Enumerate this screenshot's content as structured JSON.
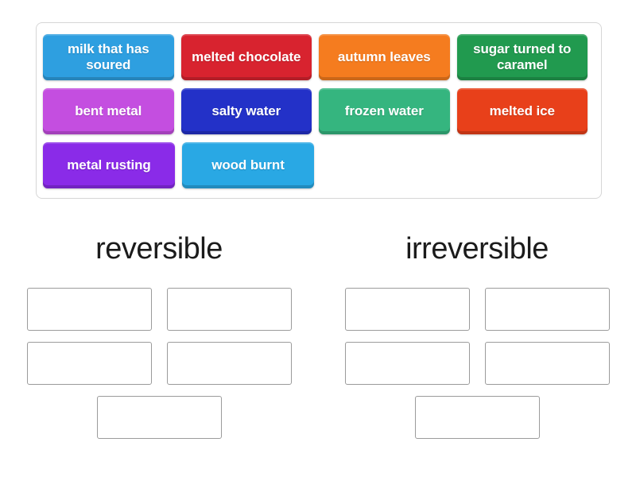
{
  "activity": {
    "type": "group-sort",
    "tray": {
      "tiles": [
        {
          "label": "milk that has soured",
          "color": "#2e9fe0"
        },
        {
          "label": "melted chocolate",
          "color": "#d8232f"
        },
        {
          "label": "autumn leaves",
          "color": "#f57c1f"
        },
        {
          "label": "sugar turned to caramel",
          "color": "#219a4f"
        },
        {
          "label": "bent metal",
          "color": "#c44ee0"
        },
        {
          "label": "salty water",
          "color": "#2331c8"
        },
        {
          "label": "frozen water",
          "color": "#35b57f"
        },
        {
          "label": "melted ice",
          "color": "#e8401a"
        },
        {
          "label": "metal rusting",
          "color": "#8a2be8"
        },
        {
          "label": "wood burnt",
          "color": "#29a8e4"
        }
      ]
    },
    "groups": [
      {
        "heading": "reversible",
        "dropzone_count": 5
      },
      {
        "heading": "irreversible",
        "dropzone_count": 5
      }
    ]
  }
}
